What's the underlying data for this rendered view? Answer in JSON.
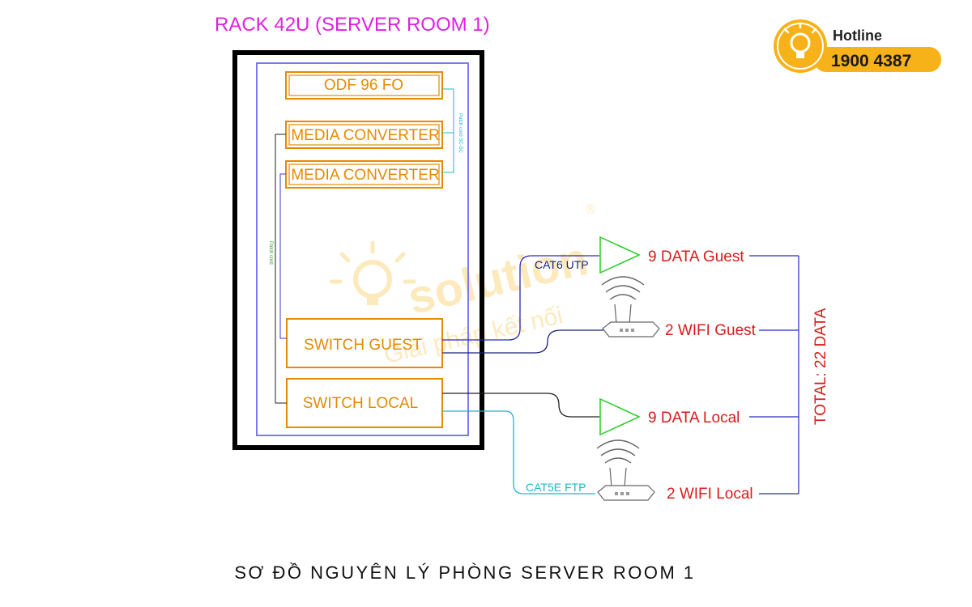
{
  "hotline": {
    "label": "Hotline",
    "number": "1900 4387",
    "accent": "#f7b21a"
  },
  "watermark": {
    "brand": "solution",
    "registered": "®",
    "tagline": "Giải pháp kết nối"
  },
  "rack": {
    "title": "RACK 42U (SERVER ROOM 1)"
  },
  "devices": {
    "odf": "ODF 96 FO",
    "media_converter_1": "MEDIA CONVERTER",
    "media_converter_2": "MEDIA CONVERTER",
    "switch_guest": "SWITCH GUEST",
    "switch_local": "SWITCH LOCAL"
  },
  "patch_labels": {
    "sc_sc": "Patch cord SC-SC",
    "patch_cord": "Patch cord"
  },
  "cables": {
    "cat6": "CAT6 UTP",
    "cat5e": "CAT5E FTP"
  },
  "outputs": {
    "data_guest": "9 DATA Guest",
    "wifi_guest": "2 WIFI Guest",
    "data_local": "9 DATA Local",
    "wifi_local": "2 WIFI Local"
  },
  "total": "TOTAL: 22 DATA",
  "diagram_title": "SƠ ĐỒ NGUYÊN LÝ PHÒNG SERVER ROOM 1",
  "colors": {
    "device_orange": "#e68a00",
    "output_red": "#d81b1b",
    "rack_magenta": "#e020e0",
    "inner_rack_blue": "#7a7af0",
    "cable_blue": "#1a237e",
    "cable_cyan": "#19b8c8",
    "access_point_green": "#22cc22"
  }
}
